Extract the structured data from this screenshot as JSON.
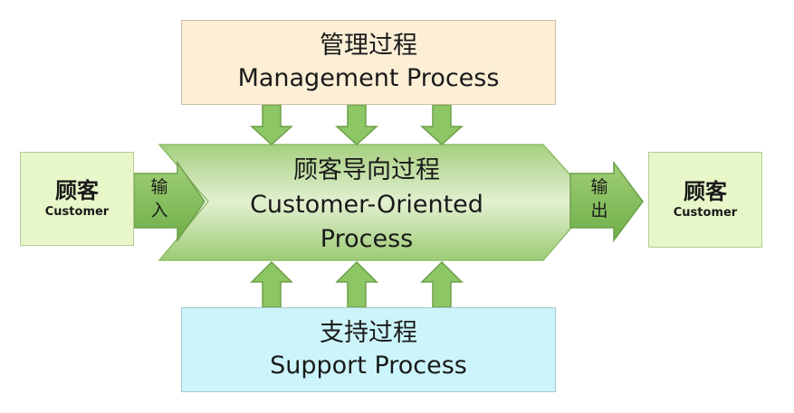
{
  "management": {
    "title_zh": "管理过程",
    "title_en": "Management Process"
  },
  "support": {
    "title_zh": "支持过程",
    "title_en": "Support Process"
  },
  "customer_left": {
    "label_zh": "顾客",
    "label_en": "Customer"
  },
  "customer_right": {
    "label_zh": "顾客",
    "label_en": "Customer"
  },
  "center": {
    "title_zh": "顾客导向过程",
    "title_en_line1": "Customer-Oriented",
    "title_en_line2": "Process"
  },
  "input": {
    "char1": "输",
    "char2": "入"
  },
  "output": {
    "char1": "输",
    "char2": "出"
  },
  "colors": {
    "arrow_green": "#8cc665",
    "arrow_border": "#6f9f4a",
    "center_light": "#d7ebbe",
    "center_mid": "#a9d17f",
    "management_fill": "#fcefd6",
    "support_fill": "#ccf5fb",
    "customer_fill": "#e8f7c9"
  }
}
